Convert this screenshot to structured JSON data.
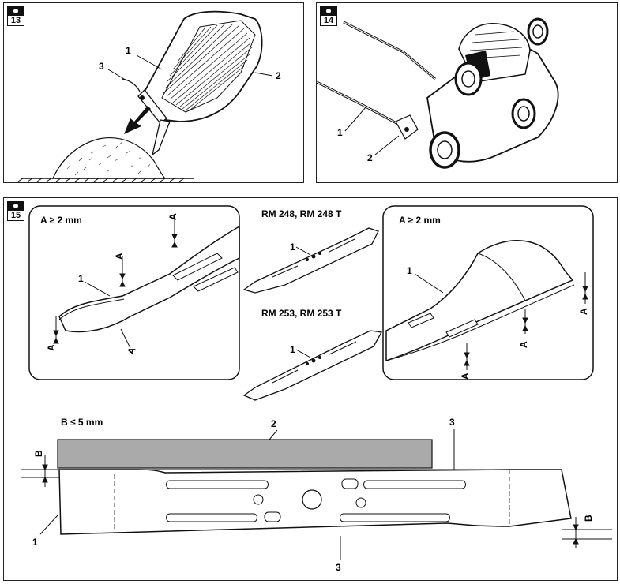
{
  "figures": [
    {
      "number": "13",
      "callouts": [
        "1",
        "2",
        "3"
      ]
    },
    {
      "number": "14",
      "callouts": [
        "1",
        "2"
      ]
    },
    {
      "number": "15",
      "callouts": [
        "1",
        "2",
        "3"
      ]
    }
  ],
  "fig15": {
    "gap_label_a": "A ≥ 2 mm",
    "gap_label_b": "B ≤ 5 mm",
    "model_top": "RM 248, RM 248 T",
    "model_bottom": "RM 253, RM 253 T",
    "dim_a": "A",
    "dim_b": "B"
  }
}
